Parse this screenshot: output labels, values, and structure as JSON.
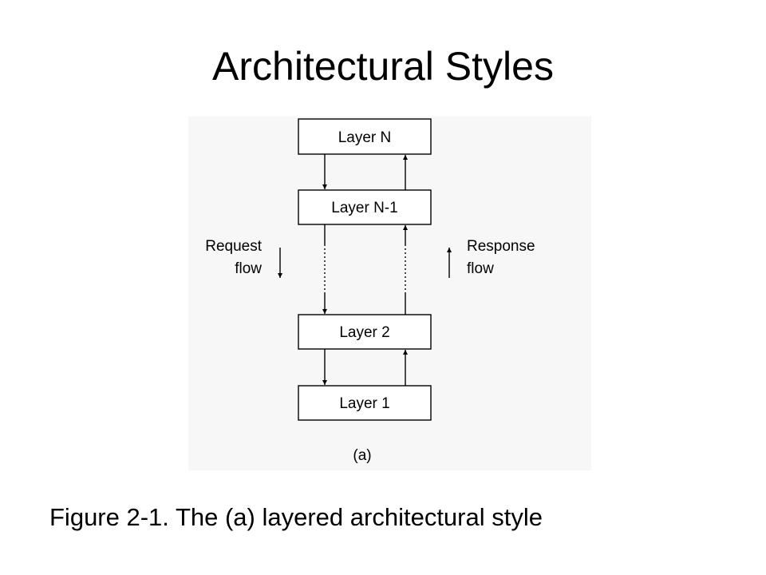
{
  "slide": {
    "title": "Architectural Styles",
    "caption": "Figure 2-1. The (a) layered architectural style"
  },
  "diagram": {
    "layers": [
      "Layer N",
      "Layer N-1",
      "Layer 2",
      "Layer 1"
    ],
    "request_label": [
      "Request",
      "flow"
    ],
    "response_label": [
      "Response",
      "flow"
    ],
    "sublabel": "(a)"
  }
}
